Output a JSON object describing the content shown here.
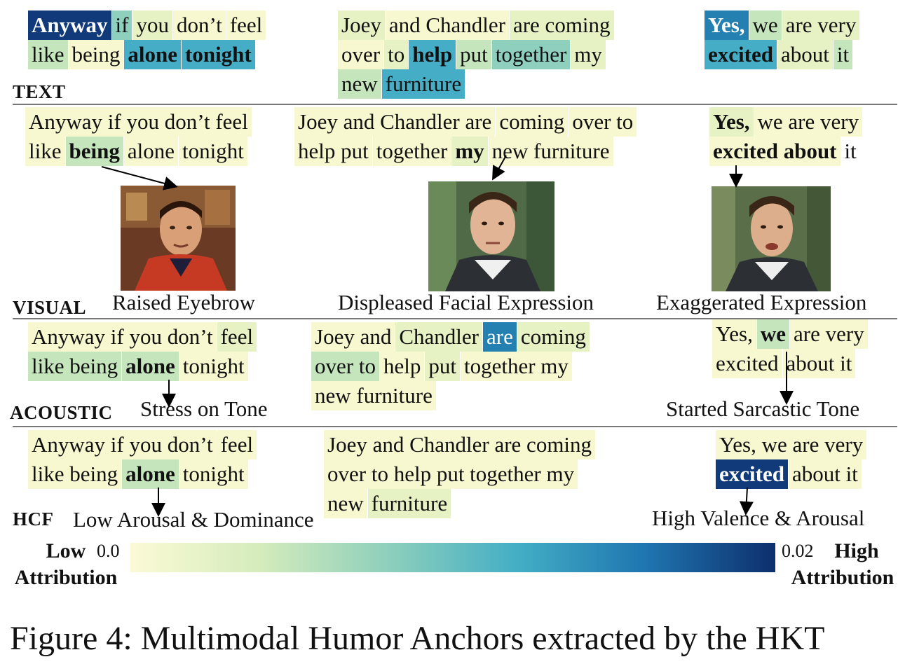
{
  "sections": [
    {
      "id": "text",
      "label": "TEXT",
      "captions": [],
      "blocks": [
        [
          [
            [
              "Anyway",
              7,
              true
            ],
            [
              "if",
              4,
              false
            ],
            [
              "you",
              2,
              false
            ],
            [
              "don’t",
              1,
              false
            ],
            [
              "feel",
              1,
              false
            ]
          ],
          [
            [
              "like",
              3,
              false
            ],
            [
              "being",
              1,
              false
            ],
            [
              "alone",
              5,
              true
            ],
            [
              "tonight",
              5,
              true
            ]
          ]
        ],
        [
          [
            [
              "Joey",
              2,
              false
            ],
            [
              "and Chandler",
              1,
              false
            ],
            [
              "are coming",
              2,
              false
            ]
          ],
          [
            [
              "over",
              1,
              false
            ],
            [
              "to",
              2,
              false
            ],
            [
              "help",
              5,
              true
            ],
            [
              "put",
              3,
              false
            ],
            [
              "together",
              4,
              false
            ],
            [
              "my",
              2,
              false
            ]
          ],
          [
            [
              "new",
              3,
              false
            ],
            [
              "furniture",
              5,
              false
            ]
          ]
        ],
        [
          [
            [
              "Yes,",
              6,
              true
            ],
            [
              "we",
              3,
              false
            ],
            [
              "are very",
              2,
              false
            ]
          ],
          [
            [
              "excited",
              5,
              true
            ],
            [
              "about",
              2,
              false
            ],
            [
              "it",
              3,
              false
            ]
          ]
        ]
      ]
    },
    {
      "id": "visual",
      "label": "VISUAL",
      "captions": [
        "Raised Eyebrow",
        "Displeased Facial Expression",
        "Exaggerated Expression"
      ],
      "blocks": [
        [
          [
            [
              "Anyway if you don’t feel",
              1,
              false
            ]
          ],
          [
            [
              "like",
              1,
              false
            ],
            [
              "being",
              3,
              true
            ],
            [
              "alone",
              1,
              false
            ],
            [
              "tonight",
              1,
              false
            ]
          ]
        ],
        [
          [
            [
              "Joey and Chandler are",
              1,
              false
            ],
            [
              "coming",
              1,
              false
            ],
            [
              "over to",
              1,
              false
            ]
          ],
          [
            [
              "help put",
              1,
              false
            ],
            [
              "together",
              1,
              false
            ],
            [
              "my",
              2,
              true
            ],
            [
              "new furniture",
              1,
              false
            ]
          ]
        ],
        [
          [
            [
              "Yes,",
              2,
              true
            ],
            [
              "we are very",
              1,
              false
            ]
          ],
          [
            [
              "excited about",
              1,
              true
            ],
            [
              "it",
              0,
              false
            ]
          ]
        ]
      ]
    },
    {
      "id": "acoustic",
      "label": "ACOUSTIC",
      "captions": [
        "Stress on Tone",
        "",
        "Started Sarcastic Tone"
      ],
      "blocks": [
        [
          [
            [
              "Anyway if you don’t",
              1,
              false
            ],
            [
              "feel",
              2,
              false
            ]
          ],
          [
            [
              "like being",
              3,
              false
            ],
            [
              "alone",
              3,
              true
            ],
            [
              "tonight",
              1,
              false
            ]
          ]
        ],
        [
          [
            [
              "Joey and",
              1,
              false
            ],
            [
              "Chandler",
              2,
              false
            ],
            [
              "are",
              6,
              false
            ],
            [
              "coming",
              2,
              false
            ]
          ],
          [
            [
              "over to",
              3,
              false
            ],
            [
              "help",
              1,
              false
            ],
            [
              "put",
              2,
              false
            ],
            [
              "together my",
              1,
              false
            ]
          ],
          [
            [
              "new furniture",
              1,
              false
            ]
          ]
        ],
        [
          [
            [
              "Yes,",
              1,
              false
            ],
            [
              "we",
              3,
              true
            ],
            [
              "are very",
              1,
              false
            ]
          ],
          [
            [
              "excited",
              1,
              false
            ],
            [
              "about it",
              1,
              false
            ]
          ]
        ]
      ]
    },
    {
      "id": "hcf",
      "label": "HCF",
      "captions": [
        "Low Arousal & Dominance",
        "",
        "High Valence & Arousal"
      ],
      "blocks": [
        [
          [
            [
              "Anyway if you don’t",
              1,
              false
            ],
            [
              "feel",
              1,
              false
            ]
          ],
          [
            [
              "like being",
              1,
              false
            ],
            [
              "alone",
              3,
              true
            ],
            [
              "tonight",
              1,
              false
            ]
          ]
        ],
        [
          [
            [
              "Joey and Chandler are coming",
              1,
              false
            ]
          ],
          [
            [
              "over to help put together my",
              1,
              false
            ]
          ],
          [
            [
              "new",
              1,
              false
            ],
            [
              "furniture",
              2,
              false
            ]
          ]
        ],
        [
          [
            [
              "Yes, we are very",
              1,
              false
            ]
          ],
          [
            [
              "excited",
              7,
              true
            ],
            [
              "about it",
              1,
              false
            ]
          ]
        ]
      ]
    }
  ],
  "legend": {
    "low_line1": "Low",
    "low_line2": "Attribution",
    "high_line1": "High",
    "high_line2": "Attribution",
    "min": "0.0",
    "max": "0.02",
    "colors": [
      "#fbfad6",
      "#d5ecbc",
      "#8ecfbc",
      "#43aec5",
      "#1f75b0",
      "#0d2f6c"
    ]
  },
  "figure_caption": "Figure 4: Multimodal Humor Anchors extracted by the HKT"
}
